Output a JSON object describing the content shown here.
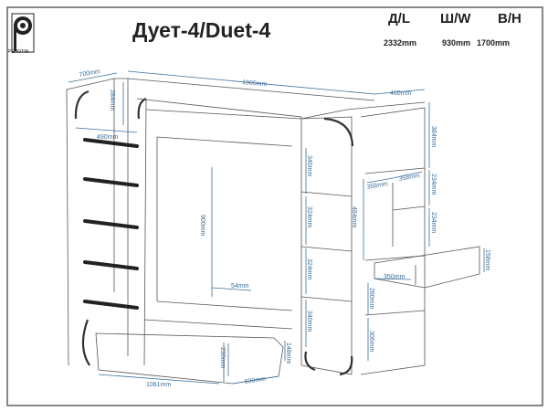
{
  "brand": "PEHOTIN",
  "title": "Дует-4/Duet-4",
  "specs": [
    {
      "label": "Д/L",
      "value": "2332mm"
    },
    {
      "label": "Ш/W",
      "value": "930mm"
    },
    {
      "label": "В/H",
      "value": "1700mm"
    }
  ],
  "dimensions": {
    "d700": "700mm",
    "d1900": "1900mm",
    "d400": "400mm",
    "d284": "284mm",
    "d490": "490mm",
    "d384": "384mm",
    "d358a": "358mm",
    "d358b": "358mm",
    "d234a": "234mm",
    "d234b": "234mm",
    "d484": "484mm",
    "d340a": "340mm",
    "d324a": "324mm",
    "d324b": "324mm",
    "d340b": "340mm",
    "d900": "900mm",
    "d54": "54mm",
    "d158": "158mm",
    "d350": "350mm",
    "d280": "280mm",
    "d306": "306mm",
    "d230": "230mm",
    "d148": "148mm",
    "d1061": "1061mm",
    "d600": "600mm"
  }
}
